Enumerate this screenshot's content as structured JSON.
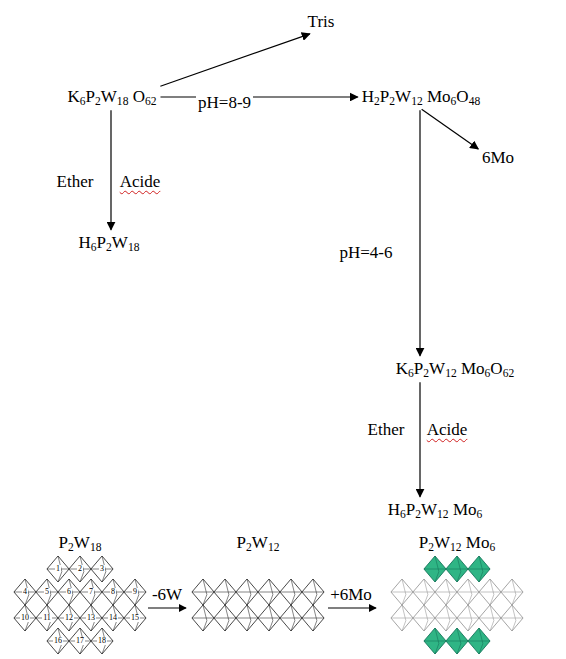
{
  "diagram": {
    "nodes": [
      {
        "text": [
          "K6P2W18 O62"
        ]
      },
      {
        "text": [
          "H2P2W12 Mo6O48"
        ]
      },
      {
        "text": [
          "Tris"
        ]
      },
      {
        "text": [
          "H6P2W18"
        ]
      },
      {
        "text": [
          "6Mo"
        ]
      },
      {
        "text": [
          "K6P2W12 Mo6O62"
        ]
      },
      {
        "text": [
          "H6P2W12 Mo6"
        ]
      }
    ],
    "edges": [
      {
        "from": 0,
        "to": 1,
        "arrow": "to",
        "label": "pH=8-9"
      },
      {
        "from": 0,
        "to": 2,
        "arrow": "to"
      },
      {
        "from": 0,
        "to": 3,
        "arrow": "to"
      },
      {
        "from": 1,
        "to": 5,
        "arrow": "to"
      },
      {
        "from": 1,
        "to": 4,
        "arrow": "to"
      },
      {
        "from": 5,
        "to": 6,
        "arrow": "to"
      }
    ],
    "labels": [
      "Ether",
      "Acide",
      "pH=4-6",
      "Ether",
      "Acide",
      "P2W18",
      "P2W12",
      "P2W12 Mo6",
      "-6W",
      "+6Mo",
      "1",
      "2",
      "3",
      "4",
      "5",
      "6",
      "7",
      "8",
      "9",
      "10",
      "11",
      "12",
      "13",
      "14",
      "15",
      "16",
      "17",
      "18"
    ]
  }
}
